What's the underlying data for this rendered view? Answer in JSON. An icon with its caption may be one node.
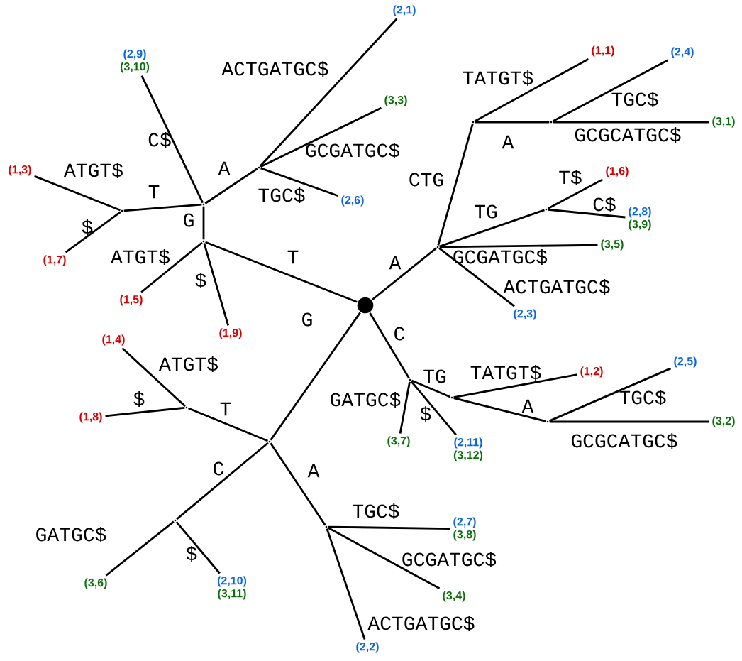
{
  "diagram": {
    "nodes": [
      {
        "text": [],
        "shape": "circle"
      },
      {
        "text": [],
        "shape": "point"
      },
      {
        "text": [],
        "shape": "point"
      },
      {
        "text": [],
        "shape": "point"
      },
      {
        "text": [
          "(2,1)"
        ]
      },
      {
        "text": [
          "(3,3)"
        ]
      },
      {
        "text": [
          "(2,6)"
        ]
      },
      {
        "text": [
          "(2,9)",
          "(3,10)"
        ]
      },
      {
        "text": [],
        "shape": "point"
      },
      {
        "text": [
          "(1,3)"
        ]
      },
      {
        "text": [
          "(1,7)"
        ]
      },
      {
        "text": [
          "(1,5)"
        ]
      },
      {
        "text": [
          "(1,9)"
        ]
      },
      {
        "text": [],
        "shape": "point"
      },
      {
        "text": [],
        "shape": "point"
      },
      {
        "text": [
          "(1,1)"
        ]
      },
      {
        "text": [],
        "shape": "point"
      },
      {
        "text": [
          "(2,4)"
        ]
      },
      {
        "text": [
          "(3,1)"
        ]
      },
      {
        "text": [],
        "shape": "point"
      },
      {
        "text": [
          "(1,6)"
        ]
      },
      {
        "text": [
          "(2,8)",
          "(3,9)"
        ]
      },
      {
        "text": [
          "(3,5)"
        ]
      },
      {
        "text": [
          "(2,3)"
        ]
      },
      {
        "text": [],
        "shape": "point"
      },
      {
        "text": [],
        "shape": "point"
      },
      {
        "text": [
          "(1,2)"
        ]
      },
      {
        "text": [],
        "shape": "point"
      },
      {
        "text": [
          "(2,5)"
        ]
      },
      {
        "text": [
          "(3,2)"
        ]
      },
      {
        "text": [
          "(3,7)"
        ]
      },
      {
        "text": [
          "(2,11)",
          "(3,12)"
        ]
      },
      {
        "text": [],
        "shape": "point"
      },
      {
        "text": [],
        "shape": "point"
      },
      {
        "text": [
          "(1,4)"
        ]
      },
      {
        "text": [
          "(1,8)"
        ]
      },
      {
        "text": [],
        "shape": "point"
      },
      {
        "text": [
          "(3,6)"
        ]
      },
      {
        "text": [
          "(2,10)",
          "(3,11)"
        ]
      },
      {
        "text": [],
        "shape": "point"
      },
      {
        "text": [
          "(2,7)",
          "(3,8)"
        ]
      },
      {
        "text": [
          "(3,4)"
        ]
      },
      {
        "text": [
          "(2,2)"
        ]
      }
    ],
    "edges": [
      {
        "from": 0,
        "to": 1,
        "arrow": "none",
        "label": "T"
      },
      {
        "from": 1,
        "to": 2,
        "arrow": "none",
        "label": "G"
      },
      {
        "from": 2,
        "to": 3,
        "arrow": "none",
        "label": "A"
      },
      {
        "from": 3,
        "to": 4,
        "arrow": "none",
        "label": "ACTGATGC$"
      },
      {
        "from": 3,
        "to": 5,
        "arrow": "none",
        "label": "GCGATGC$"
      },
      {
        "from": 3,
        "to": 6,
        "arrow": "none",
        "label": "TGC$"
      },
      {
        "from": 2,
        "to": 7,
        "arrow": "none",
        "label": "C$"
      },
      {
        "from": 2,
        "to": 8,
        "arrow": "none",
        "label": "T"
      },
      {
        "from": 8,
        "to": 9,
        "arrow": "none",
        "label": "ATGT$"
      },
      {
        "from": 8,
        "to": 10,
        "arrow": "none",
        "label": "$"
      },
      {
        "from": 1,
        "to": 11,
        "arrow": "none",
        "label": "ATGT$"
      },
      {
        "from": 1,
        "to": 12,
        "arrow": "none",
        "label": "$"
      },
      {
        "from": 0,
        "to": 13,
        "arrow": "none",
        "label": "A"
      },
      {
        "from": 13,
        "to": 14,
        "arrow": "none",
        "label": "CTG"
      },
      {
        "from": 14,
        "to": 15,
        "arrow": "none",
        "label": "TATGT$"
      },
      {
        "from": 14,
        "to": 16,
        "arrow": "none",
        "label": "A"
      },
      {
        "from": 16,
        "to": 17,
        "arrow": "none",
        "label": "TGC$"
      },
      {
        "from": 16,
        "to": 18,
        "arrow": "none",
        "label": "GCGCATGC$"
      },
      {
        "from": 13,
        "to": 19,
        "arrow": "none",
        "label": "TG"
      },
      {
        "from": 19,
        "to": 20,
        "arrow": "none",
        "label": "T$"
      },
      {
        "from": 19,
        "to": 21,
        "arrow": "none",
        "label": "C$"
      },
      {
        "from": 13,
        "to": 22,
        "arrow": "none",
        "label": "GCGATGC$"
      },
      {
        "from": 13,
        "to": 23,
        "arrow": "none",
        "label": "ACTGATGC$"
      },
      {
        "from": 0,
        "to": 24,
        "arrow": "none",
        "label": "C"
      },
      {
        "from": 24,
        "to": 25,
        "arrow": "none",
        "label": "TG"
      },
      {
        "from": 25,
        "to": 26,
        "arrow": "none",
        "label": "TATGT$"
      },
      {
        "from": 25,
        "to": 27,
        "arrow": "none",
        "label": "A"
      },
      {
        "from": 27,
        "to": 28,
        "arrow": "none",
        "label": "TGC$"
      },
      {
        "from": 27,
        "to": 29,
        "arrow": "none",
        "label": "GCGCATGC$"
      },
      {
        "from": 24,
        "to": 30,
        "arrow": "none",
        "label": "GATGC$"
      },
      {
        "from": 24,
        "to": 31,
        "arrow": "none",
        "label": "$"
      },
      {
        "from": 0,
        "to": 32,
        "arrow": "none",
        "label": "G"
      },
      {
        "from": 32,
        "to": 33,
        "arrow": "none",
        "label": "T"
      },
      {
        "from": 33,
        "to": 34,
        "arrow": "none",
        "label": "ATGT$"
      },
      {
        "from": 33,
        "to": 35,
        "arrow": "none",
        "label": "$"
      },
      {
        "from": 32,
        "to": 36,
        "arrow": "none",
        "label": "C"
      },
      {
        "from": 36,
        "to": 37,
        "arrow": "none",
        "label": "GATGC$"
      },
      {
        "from": 36,
        "to": 38,
        "arrow": "none",
        "label": "$"
      },
      {
        "from": 32,
        "to": 39,
        "arrow": "none",
        "label": "A"
      },
      {
        "from": 39,
        "to": 40,
        "arrow": "none",
        "label": "TGC$"
      },
      {
        "from": 39,
        "to": 41,
        "arrow": "none",
        "label": "GCGATGC$"
      },
      {
        "from": 39,
        "to": 42,
        "arrow": "none",
        "label": "ACTGATGC$"
      }
    ]
  }
}
